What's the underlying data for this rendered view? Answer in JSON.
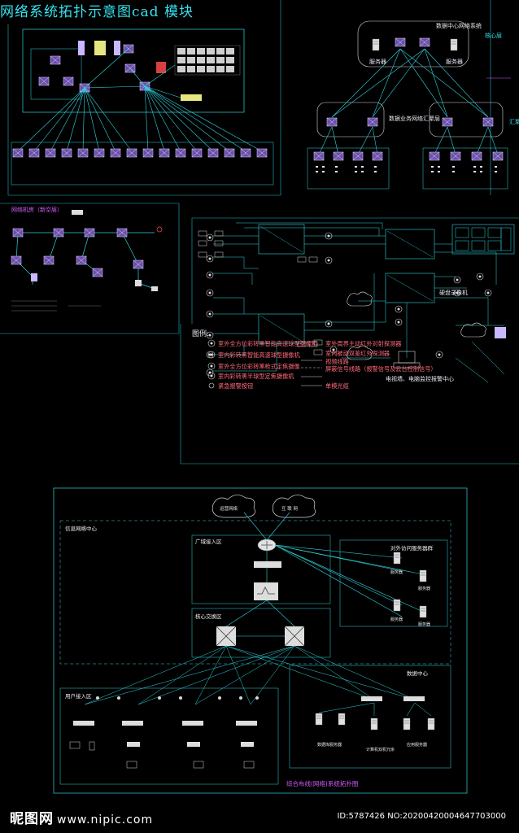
{
  "page": {
    "title": "网络系统拓扑示意图cad 模块"
  },
  "top_right": {
    "core_label": "核心层",
    "server_left": "服务器",
    "server_right": "服务器",
    "mid_label": "数据业务网络汇聚层",
    "side_label": "汇聚层",
    "top_header": "数据中心网络系统"
  },
  "mid_left": {
    "title": "网络机房（新空层）"
  },
  "mid_right": {
    "legend_title": "图例:",
    "legend_items": [
      "室外全方位彩转黑智能高速球型摄像机",
      "室内彩转黑智能高速球型摄像机",
      "室外全方位彩转黑枪式定焦摄像",
      "室内彩转黑半球型定焦摄像机",
      "紧急报警按钮"
    ],
    "legend_items_right": [
      "室外周界主动红外对射探测器",
      "室内被动双鉴红外探测器",
      "视频线路",
      "屏蔽信号线路（报警信号及云台控制信号）",
      "单模光缆"
    ],
    "dvr_label": "硬盘录像机",
    "monitor_label": "电视墙、电脑监控报警中心"
  },
  "bottom": {
    "info_center": "信息网络中心",
    "wan_zone": "广域接入区",
    "cloud_left": "运营网络",
    "cloud_right": "互 联 网",
    "external_servers": "对外访问服务器群",
    "core_zone": "核心交换区",
    "user_zone": "用户接入区",
    "data_center": "数据中心",
    "caption": "综合布线(网络)系统拓扑图",
    "server_label": "服务器",
    "db_server": "数据库服务器",
    "compute_server": "计算机双机冗余",
    "app_server": "应用服务器"
  },
  "watermark": {
    "brand": "昵图网",
    "url": "www.nipic.com",
    "id_text": "ID:5787426 NO:20200420004647703000"
  }
}
